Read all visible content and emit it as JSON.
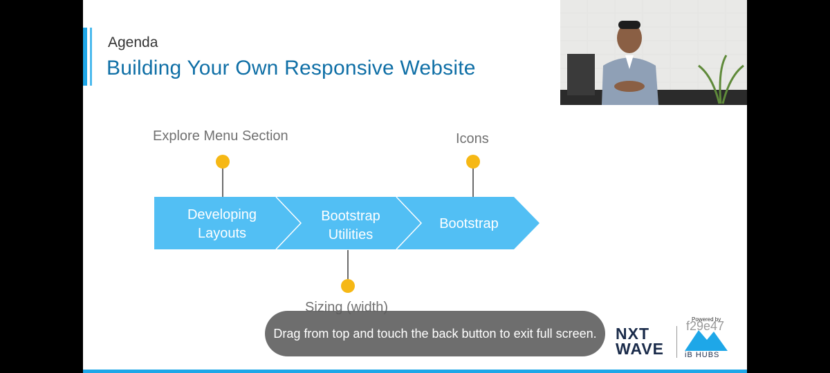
{
  "slide": {
    "kicker": "Agenda",
    "title": "Building Your Own Responsive Website",
    "steps": [
      {
        "line1": "Developing",
        "line2": "Layouts"
      },
      {
        "line1": "Bootstrap",
        "line2": "Utilities"
      },
      {
        "line1": "Bootstrap",
        "line2": ""
      }
    ],
    "topics": {
      "explore": "Explore Menu Section",
      "icons": "Icons",
      "sizing": "Sizing (width)"
    }
  },
  "overlay": {
    "toast": "Drag from top and touch the back button to exit full screen.",
    "code": "f29e47"
  },
  "branding": {
    "nxt_line1": "NXT",
    "nxt_line2": "WAVE",
    "powered_by": "Powered by",
    "ib_hubs": "iB HUBS"
  },
  "colors": {
    "arrow": "#52bff4",
    "dot": "#f6b815",
    "title": "#0f6fa6",
    "accent": "#1ea7e8"
  }
}
